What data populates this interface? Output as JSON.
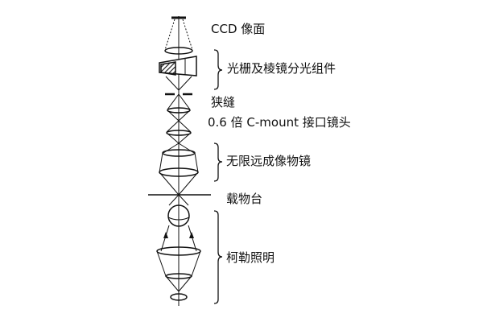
{
  "labels": {
    "ccd": "CCD 像面",
    "grating": "光栅及棱镜分光组件",
    "slit": "狭缝",
    "cmount": "0.6 倍 C-mount 接口镜头",
    "objective": "无限远成像物镜",
    "stage": "载物台",
    "kohler": "柯勒照明"
  },
  "colors": {
    "ink": "#111111",
    "background": "#ffffff"
  }
}
